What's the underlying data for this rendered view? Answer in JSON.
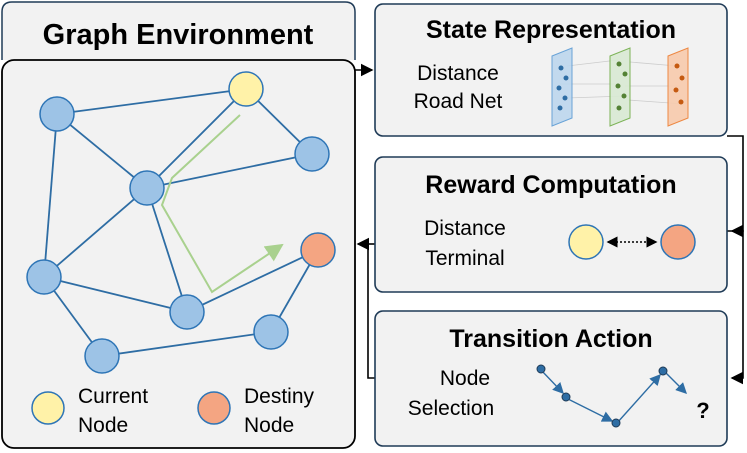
{
  "graph_env": {
    "title": "Graph Environment",
    "legend": {
      "current_line1": "Current",
      "current_line2": "Node",
      "destiny_line1": "Destiny",
      "destiny_line2": "Node"
    }
  },
  "state": {
    "title": "State Representation",
    "line1": "Distance",
    "line2": "Road Net"
  },
  "reward": {
    "title": "Reward Computation",
    "line1": "Distance",
    "line2": "Terminal"
  },
  "transition": {
    "title": "Transition Action",
    "line1": "Node",
    "line2": "Selection",
    "question": "?"
  },
  "colors": {
    "node_blue": "#9DC3E6",
    "node_blue_stroke": "#2E75B6",
    "edge_blue": "#2E6DA4",
    "current_yellow": "#FFF2A8",
    "destiny_orange": "#F4A582",
    "path_green": "#A9D18E",
    "panel_bg": "#F2F2F2",
    "panel_border": "#1F3B57",
    "layer_blue": "#BDD7EE",
    "layer_green": "#D9EAD3",
    "layer_orange": "#F8CBAD"
  },
  "icons": [
    "arrow-right-icon",
    "dotted-double-arrow-icon",
    "network-layers-icon"
  ]
}
